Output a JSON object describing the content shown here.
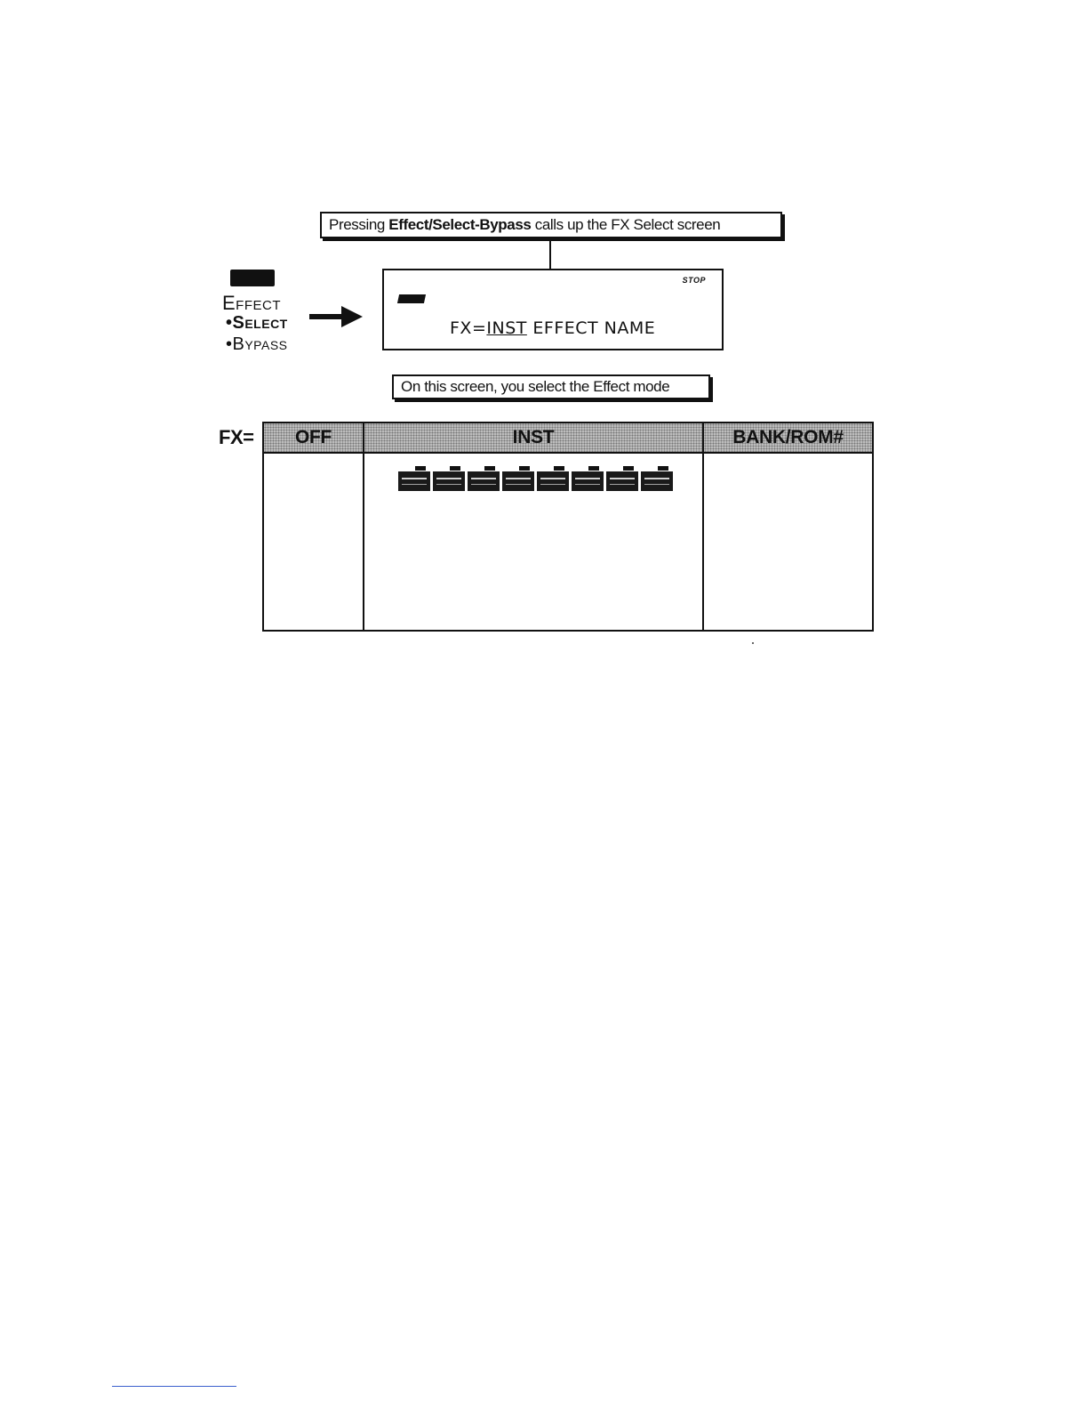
{
  "top_callout": {
    "prefix": "Pressing ",
    "bold": "Effect/Select-Bypass",
    "suffix": " calls up the FX Select screen"
  },
  "lcd": {
    "status": "STOP",
    "fx_prefix": "FX=",
    "fx_value": "INST",
    "fx_suffix": " EFFECT NAME"
  },
  "button_label": {
    "line1": "Effect",
    "line2": "•Select",
    "line3": "•Bypass"
  },
  "bottom_callout": "On this screen, you select the Effect mode",
  "fx_table": {
    "label": "FX=",
    "columns": [
      "OFF",
      "INST",
      "BANK/ROM#"
    ]
  }
}
